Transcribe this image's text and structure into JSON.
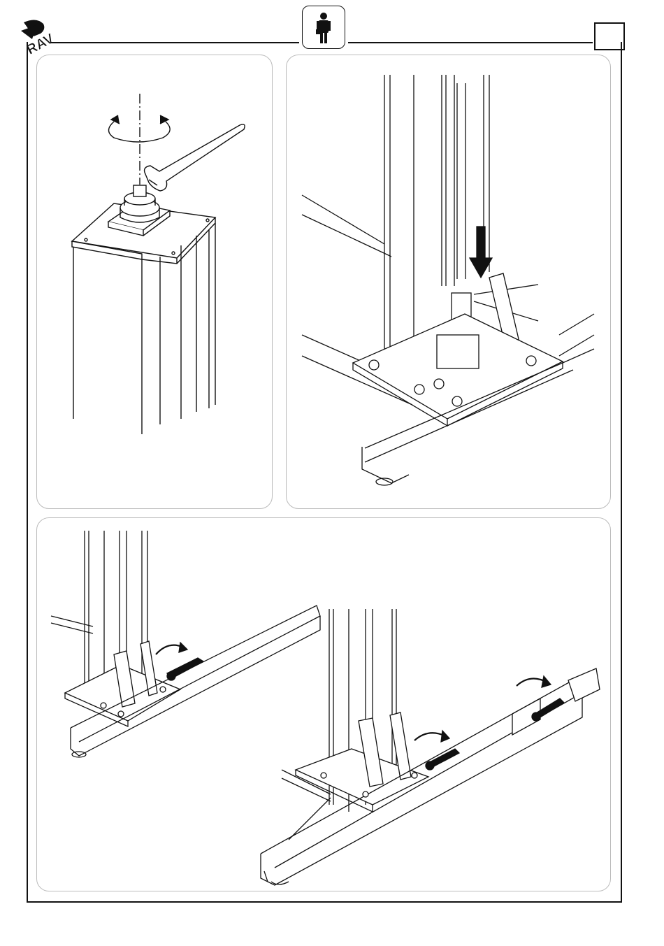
{
  "header": {
    "logo_icon": "rav-logo",
    "operator_icon": "single-operator-icon",
    "page_box_text": ""
  },
  "panels": [
    {
      "id": "a",
      "illustration": "column-top-nut-wrench-rotation"
    },
    {
      "id": "b",
      "illustration": "column-base-cylinder-lowering"
    },
    {
      "id": "c",
      "illustration": "base-crossbeam-bolt-tightening"
    }
  ]
}
